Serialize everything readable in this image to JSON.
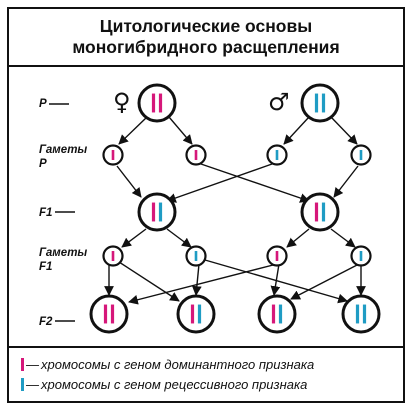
{
  "title": {
    "line1": "Цитологические основы",
    "line2": "моногибридного расщепления"
  },
  "labels": {
    "p": "P",
    "gametes_p_1": "Гаметы",
    "gametes_p_2": "P",
    "f1": "F1",
    "gametes_f1_1": "Гаметы",
    "gametes_f1_2": "F1",
    "f2": "F2"
  },
  "symbols": {
    "female": "♀",
    "male": "♂"
  },
  "colors": {
    "dominant": "#d6177a",
    "recessive": "#1f9cc4",
    "outline": "#111111"
  },
  "legend": [
    {
      "color_key": "dominant",
      "text": "хромосомы с геном доминантного признака"
    },
    {
      "color_key": "recessive",
      "text": "хромосомы с геном рецессивного признака"
    }
  ]
}
